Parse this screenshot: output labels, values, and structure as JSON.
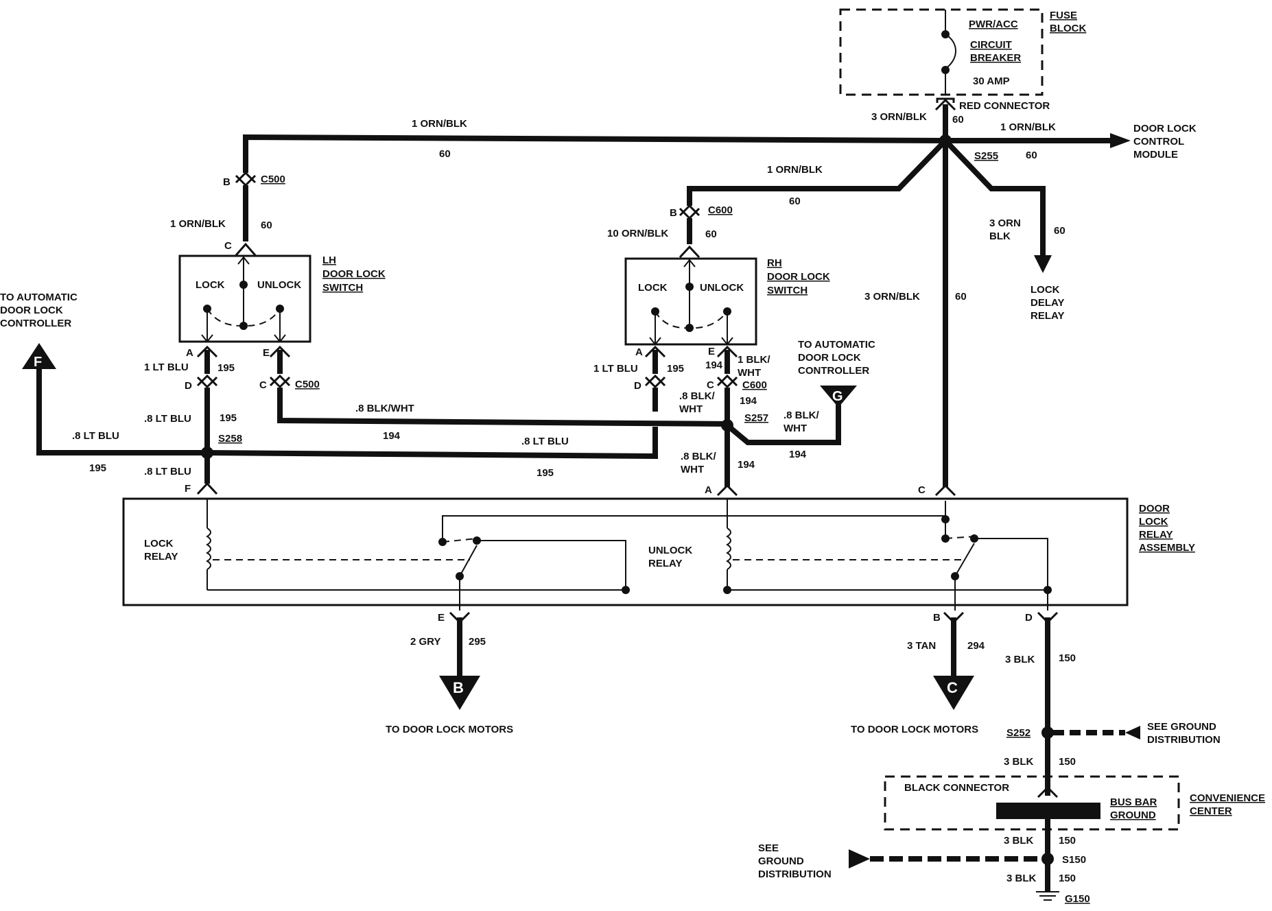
{
  "fuse_block": {
    "label": [
      "FUSE",
      "BLOCK"
    ],
    "pwr": "PWR/ACC",
    "cb": [
      "CIRCUIT",
      "BREAKER"
    ],
    "amp": "30 AMP",
    "red_connector": "RED CONNECTOR"
  },
  "wires": {
    "orn_blk_1": "1 ORN/BLK",
    "orn_blk_3": "3 ORN/BLK",
    "orn_blk_10": "10 ORN/BLK",
    "orn_split": [
      "3 ORN",
      "BLK"
    ],
    "c60": "60",
    "lt_blu_1": "1 LT BLU",
    "lt_blu_8": ".8 LT BLU",
    "c195": "195",
    "blk_wht_8": ".8 BLK/WHT",
    "blk_wht_8_split": [
      ".8 BLK/",
      "WHT"
    ],
    "blk_wht_1_split": [
      "1 BLK/",
      "WHT"
    ],
    "c194": "194",
    "gry_2": "2 GRY",
    "c295": "295",
    "tan_3": "3 TAN",
    "c294": "294",
    "blk_3": "3 BLK",
    "c150": "150"
  },
  "connectors": {
    "c500": "C500",
    "c600": "C600",
    "pins": {
      "a": "A",
      "b": "B",
      "c": "C",
      "d": "D",
      "e": "E",
      "f": "F"
    }
  },
  "splices": {
    "s255": "S255",
    "s257": "S257",
    "s258": "S258",
    "s252": "S252",
    "s150": "S150",
    "g150": "G150"
  },
  "switches": {
    "lock": "LOCK",
    "unlock": "UNLOCK",
    "lh": [
      "LH",
      "DOOR LOCK",
      "SWITCH"
    ],
    "rh": [
      "RH",
      "DOOR LOCK",
      "SWITCH"
    ]
  },
  "destinations": {
    "door_lock_control_module": [
      "DOOR LOCK",
      "CONTROL",
      "MODULE"
    ],
    "lock_delay_relay": [
      "LOCK",
      "DELAY",
      "RELAY"
    ],
    "auto_controller": [
      "TO AUTOMATIC",
      "DOOR LOCK",
      "CONTROLLER"
    ],
    "motors": "TO DOOR LOCK MOTORS",
    "see_ground": [
      "SEE GROUND",
      "DISTRIBUTION"
    ],
    "see_ground_left": [
      "SEE",
      "GROUND",
      "DISTRIBUTION"
    ]
  },
  "relay_assembly": {
    "label": [
      "DOOR",
      "LOCK",
      "RELAY",
      "ASSEMBLY"
    ],
    "lock_relay": [
      "LOCK",
      "RELAY"
    ],
    "unlock_relay": [
      "UNLOCK",
      "RELAY"
    ]
  },
  "convenience": {
    "black_connector": "BLACK CONNECTOR",
    "bus_bar": [
      "BUS BAR",
      "GROUND"
    ],
    "center": [
      "CONVENIENCE",
      "CENTER"
    ]
  },
  "refs": {
    "f": "F",
    "g": "G",
    "b": "B",
    "c": "C"
  }
}
